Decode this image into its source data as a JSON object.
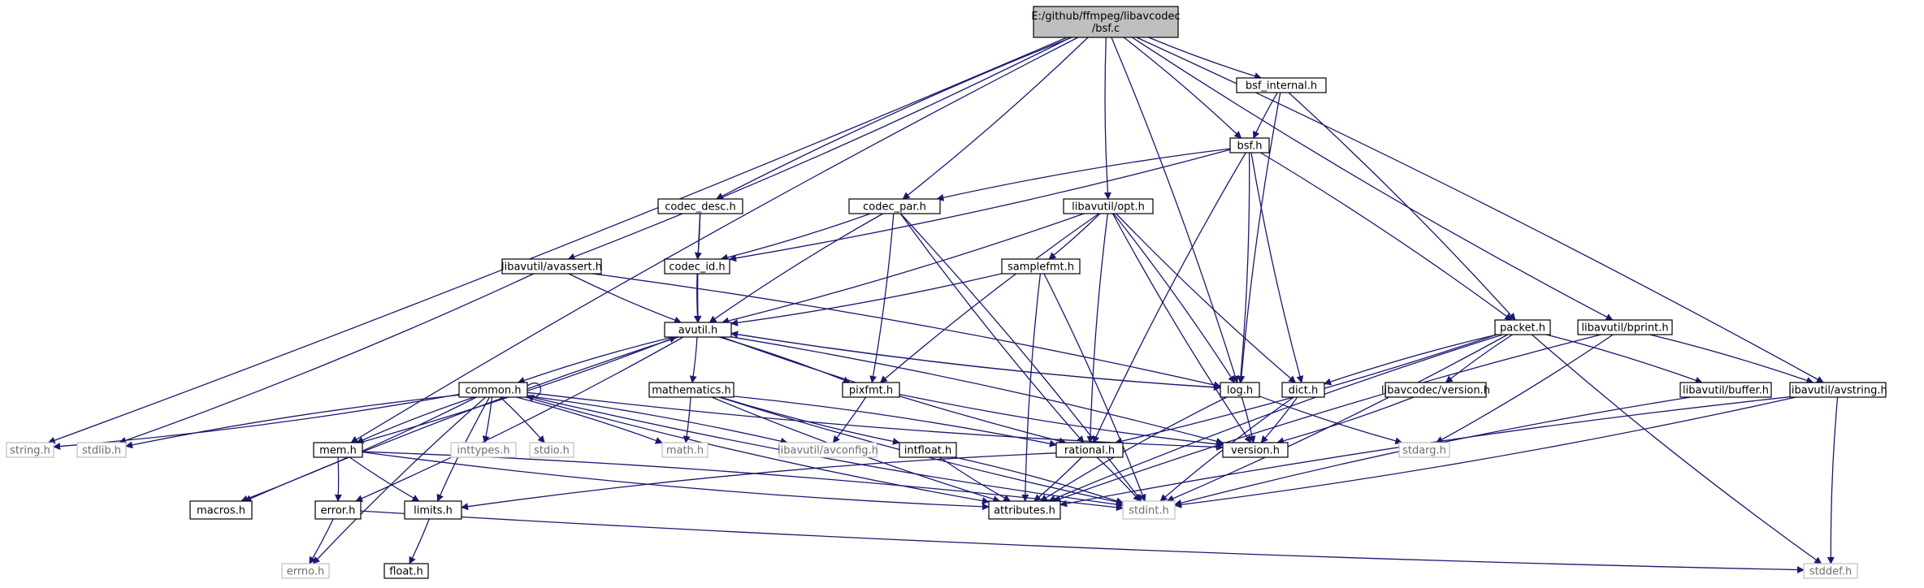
{
  "colors": {
    "edge": "#191970",
    "root_fill": "#bfbfbf",
    "node_border": "#000000",
    "external_border": "#bfbfbf"
  },
  "nodes": [
    {
      "id": "bsfc",
      "label": [
        "E:/github/ffmpeg/libavcodec",
        "/bsf.c"
      ],
      "kind": "root"
    },
    {
      "id": "bsf_internal",
      "label": [
        "bsf_internal.h"
      ],
      "kind": "normal"
    },
    {
      "id": "bsf_h",
      "label": [
        "bsf.h"
      ],
      "kind": "normal"
    },
    {
      "id": "codec_desc",
      "label": [
        "codec_desc.h"
      ],
      "kind": "normal"
    },
    {
      "id": "codec_par",
      "label": [
        "codec_par.h"
      ],
      "kind": "normal"
    },
    {
      "id": "opt_h",
      "label": [
        "libavutil/opt.h"
      ],
      "kind": "normal"
    },
    {
      "id": "avassert",
      "label": [
        "libavutil/avassert.h"
      ],
      "kind": "normal"
    },
    {
      "id": "codec_id",
      "label": [
        "codec_id.h"
      ],
      "kind": "normal"
    },
    {
      "id": "samplefmt",
      "label": [
        "samplefmt.h"
      ],
      "kind": "normal"
    },
    {
      "id": "avutil",
      "label": [
        "avutil.h"
      ],
      "kind": "normal"
    },
    {
      "id": "packet",
      "label": [
        "packet.h"
      ],
      "kind": "normal"
    },
    {
      "id": "bprint",
      "label": [
        "libavutil/bprint.h"
      ],
      "kind": "normal"
    },
    {
      "id": "common",
      "label": [
        "common.h"
      ],
      "kind": "normal"
    },
    {
      "id": "mathematics",
      "label": [
        "mathematics.h"
      ],
      "kind": "normal"
    },
    {
      "id": "pixfmt",
      "label": [
        "pixfmt.h"
      ],
      "kind": "normal"
    },
    {
      "id": "log_h",
      "label": [
        "log.h"
      ],
      "kind": "normal"
    },
    {
      "id": "dict",
      "label": [
        "dict.h"
      ],
      "kind": "normal"
    },
    {
      "id": "lavcver",
      "label": [
        "libavcodec/version.h"
      ],
      "kind": "normal"
    },
    {
      "id": "buffer",
      "label": [
        "libavutil/buffer.h"
      ],
      "kind": "normal"
    },
    {
      "id": "avstring",
      "label": [
        "libavutil/avstring.h"
      ],
      "kind": "normal"
    },
    {
      "id": "string_h",
      "label": [
        "string.h"
      ],
      "kind": "ext"
    },
    {
      "id": "stdlib_h",
      "label": [
        "stdlib.h"
      ],
      "kind": "ext"
    },
    {
      "id": "mem_h",
      "label": [
        "mem.h"
      ],
      "kind": "normal"
    },
    {
      "id": "inttypes",
      "label": [
        "inttypes.h"
      ],
      "kind": "ext"
    },
    {
      "id": "stdio_h",
      "label": [
        "stdio.h"
      ],
      "kind": "ext"
    },
    {
      "id": "math_h",
      "label": [
        "math.h"
      ],
      "kind": "ext"
    },
    {
      "id": "avconfig",
      "label": [
        "libavutil/avconfig.h"
      ],
      "kind": "ext"
    },
    {
      "id": "intfloat",
      "label": [
        "intfloat.h"
      ],
      "kind": "normal"
    },
    {
      "id": "rational",
      "label": [
        "rational.h"
      ],
      "kind": "normal"
    },
    {
      "id": "version_h",
      "label": [
        "version.h"
      ],
      "kind": "normal"
    },
    {
      "id": "stdarg",
      "label": [
        "stdarg.h"
      ],
      "kind": "ext"
    },
    {
      "id": "macros",
      "label": [
        "macros.h"
      ],
      "kind": "normal"
    },
    {
      "id": "error_h",
      "label": [
        "error.h"
      ],
      "kind": "normal"
    },
    {
      "id": "limits_h",
      "label": [
        "limits.h"
      ],
      "kind": "normal"
    },
    {
      "id": "attributes",
      "label": [
        "attributes.h"
      ],
      "kind": "normal"
    },
    {
      "id": "stdint",
      "label": [
        "stdint.h"
      ],
      "kind": "ext"
    },
    {
      "id": "errno_h",
      "label": [
        "errno.h"
      ],
      "kind": "ext"
    },
    {
      "id": "float_h",
      "label": [
        "float.h"
      ],
      "kind": "normal"
    },
    {
      "id": "stddef",
      "label": [
        "stddef.h"
      ],
      "kind": "ext"
    }
  ],
  "edges": [
    [
      "bsfc",
      "string_h"
    ],
    [
      "bsfc",
      "mem_h"
    ],
    [
      "bsfc",
      "avassert"
    ],
    [
      "bsfc",
      "codec_desc"
    ],
    [
      "bsfc",
      "codec_par"
    ],
    [
      "bsfc",
      "opt_h"
    ],
    [
      "bsfc",
      "bsf_h"
    ],
    [
      "bsfc",
      "bsf_internal"
    ],
    [
      "bsfc",
      "log_h"
    ],
    [
      "bsfc",
      "bprint"
    ],
    [
      "bsfc",
      "avstring"
    ],
    [
      "bsf_internal",
      "bsf_h"
    ],
    [
      "bsf_internal",
      "packet"
    ],
    [
      "bsf_internal",
      "log_h"
    ],
    [
      "bsf_h",
      "codec_id"
    ],
    [
      "bsf_h",
      "codec_par"
    ],
    [
      "bsf_h",
      "packet"
    ],
    [
      "bsf_h",
      "dict"
    ],
    [
      "bsf_h",
      "log_h"
    ],
    [
      "bsf_h",
      "rational"
    ],
    [
      "codec_desc",
      "codec_id"
    ],
    [
      "codec_desc",
      "avutil"
    ],
    [
      "codec_par",
      "codec_id"
    ],
    [
      "codec_par",
      "avutil"
    ],
    [
      "codec_par",
      "pixfmt"
    ],
    [
      "codec_par",
      "rational"
    ],
    [
      "codec_par",
      "stdint"
    ],
    [
      "opt_h",
      "rational"
    ],
    [
      "opt_h",
      "avutil"
    ],
    [
      "opt_h",
      "dict"
    ],
    [
      "opt_h",
      "log_h"
    ],
    [
      "opt_h",
      "pixfmt"
    ],
    [
      "opt_h",
      "samplefmt"
    ],
    [
      "opt_h",
      "version_h"
    ],
    [
      "avassert",
      "stdlib_h"
    ],
    [
      "avassert",
      "avutil"
    ],
    [
      "avassert",
      "log_h"
    ],
    [
      "codec_id",
      "avutil"
    ],
    [
      "samplefmt",
      "avutil"
    ],
    [
      "samplefmt",
      "attributes"
    ],
    [
      "samplefmt",
      "stdint"
    ],
    [
      "avutil",
      "common"
    ],
    [
      "avutil",
      "error_h"
    ],
    [
      "avutil",
      "rational"
    ],
    [
      "avutil",
      "version_h"
    ],
    [
      "avutil",
      "macros"
    ],
    [
      "avutil",
      "mathematics"
    ],
    [
      "avutil",
      "log_h"
    ],
    [
      "avutil",
      "pixfmt"
    ],
    [
      "common",
      "errno_h"
    ],
    [
      "common",
      "inttypes"
    ],
    [
      "common",
      "limits_h"
    ],
    [
      "common",
      "math_h"
    ],
    [
      "common",
      "stdint"
    ],
    [
      "common",
      "stdio_h"
    ],
    [
      "common",
      "stdlib_h"
    ],
    [
      "common",
      "string_h"
    ],
    [
      "common",
      "attributes"
    ],
    [
      "common",
      "macros"
    ],
    [
      "common",
      "version_h"
    ],
    [
      "common",
      "avconfig"
    ],
    [
      "common",
      "mem_h"
    ],
    [
      "common",
      "common"
    ],
    [
      "mem_h",
      "limits_h"
    ],
    [
      "mem_h",
      "stdint"
    ],
    [
      "mem_h",
      "attributes"
    ],
    [
      "mem_h",
      "error_h"
    ],
    [
      "mem_h",
      "avutil"
    ],
    [
      "error_h",
      "errno_h"
    ],
    [
      "error_h",
      "stddef"
    ],
    [
      "limits_h",
      "float_h"
    ],
    [
      "mathematics",
      "stdint"
    ],
    [
      "mathematics",
      "math_h"
    ],
    [
      "mathematics",
      "attributes"
    ],
    [
      "mathematics",
      "rational"
    ],
    [
      "mathematics",
      "intfloat"
    ],
    [
      "intfloat",
      "stdint"
    ],
    [
      "intfloat",
      "attributes"
    ],
    [
      "pixfmt",
      "avconfig"
    ],
    [
      "pixfmt",
      "version_h"
    ],
    [
      "rational",
      "stdint"
    ],
    [
      "rational",
      "limits_h"
    ],
    [
      "rational",
      "attributes"
    ],
    [
      "log_h",
      "stdarg"
    ],
    [
      "log_h",
      "avutil"
    ],
    [
      "log_h",
      "attributes"
    ],
    [
      "log_h",
      "version_h"
    ],
    [
      "dict",
      "stdint"
    ],
    [
      "dict",
      "version_h"
    ],
    [
      "packet",
      "stddef"
    ],
    [
      "packet",
      "stdint"
    ],
    [
      "packet",
      "attributes"
    ],
    [
      "packet",
      "buffer"
    ],
    [
      "packet",
      "dict"
    ],
    [
      "packet",
      "rational"
    ],
    [
      "packet",
      "lavcver"
    ],
    [
      "lavcver",
      "version_h"
    ],
    [
      "buffer",
      "stdint"
    ],
    [
      "bprint",
      "stdarg"
    ],
    [
      "bprint",
      "attributes"
    ],
    [
      "bprint",
      "avstring"
    ],
    [
      "avstring",
      "stddef"
    ],
    [
      "avstring",
      "stdint"
    ],
    [
      "avstring",
      "attributes"
    ]
  ]
}
